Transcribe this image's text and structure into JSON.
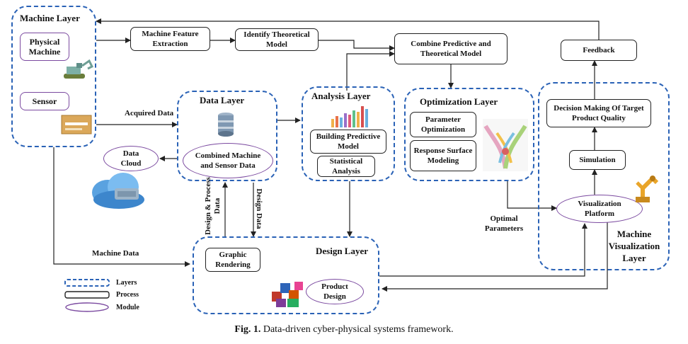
{
  "caption": {
    "prefix": "Fig. 1.",
    "text": "Data-driven cyber-physical systems framework."
  },
  "layers": {
    "machine": "Machine Layer",
    "data": "Data Layer",
    "analysis": "Analysis Layer",
    "optimization": "Optimization Layer",
    "design": "Design Layer",
    "machine_visualization": "Machine Visualization Layer"
  },
  "processes": {
    "machine_feature_extraction": "Machine Feature Extraction",
    "identify_theoretical_model": "Identify Theoretical Model",
    "combine_predictive_theoretical": "Combine Predictive and Theoretical Model",
    "feedback": "Feedback",
    "decision_making": "Decision Making Of Target Product Quality",
    "simulation": "Simulation",
    "building_predictive_model": "Building Predictive Model",
    "statistical_analysis": "Statistical Analysis",
    "parameter_optimization": "Parameter Optimization",
    "response_surface_modeling": "Response Surface Modeling",
    "graphic_rendering": "Graphic Rendering"
  },
  "modules": {
    "physical_machine": "Physical Machine",
    "sensor": "Sensor",
    "data_cloud": "Data Cloud",
    "combined_data": "Combined Machine and Sensor Data",
    "visualization_platform": "Visualization Platform",
    "product_design": "Product Design"
  },
  "edge_labels": {
    "acquired_data": "Acquired Data",
    "machine_data": "Machine Data",
    "optimal_parameters": "Optimal Parameters",
    "design_process_data": "Design & Process Data",
    "design_data": "Design Data"
  },
  "legend": {
    "layers": "Layers",
    "process": "Process",
    "module": "Module"
  },
  "colors": {
    "layer_border": "#2a62b6",
    "module_border": "#7b4aa0",
    "arrow": "#222222"
  },
  "icons": [
    "excavator-icon",
    "sensor-icon",
    "database-icon",
    "cloud-icon",
    "bar-chart-icon",
    "surface-plot-icon",
    "robot-arm-icon",
    "product-blocks-icon"
  ]
}
